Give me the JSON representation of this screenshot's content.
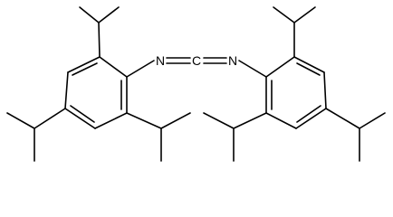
{
  "atoms": {
    "n_left": "N",
    "carbon": "C",
    "n_right": "N"
  }
}
